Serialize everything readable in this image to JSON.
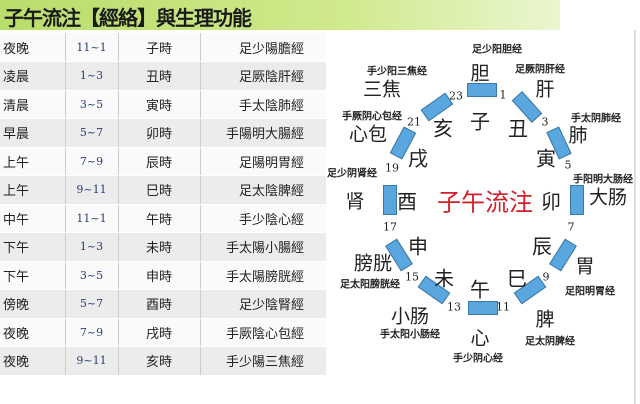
{
  "title": "子午流注【經絡】與生理功能",
  "table": [
    [
      "夜晚",
      "11~1",
      "子時",
      "足少陽膽經"
    ],
    [
      "凌晨",
      "1~3",
      "丑時",
      "足厥陰肝經"
    ],
    [
      "清晨",
      "3~5",
      "寅時",
      "手太陰肺經"
    ],
    [
      "早晨",
      "5~7",
      "卯時",
      "手陽明大腸經"
    ],
    [
      "上午",
      "7~9",
      "辰時",
      "足陽明胃經"
    ],
    [
      "上午",
      "9~11",
      "巳時",
      "足太陰脾經"
    ],
    [
      "中午",
      "11~1",
      "午時",
      "手少陰心經"
    ],
    [
      "下午",
      "1~3",
      "未時",
      "手太陽小腸經"
    ],
    [
      "下午",
      "3~5",
      "申時",
      "手太陽膀胱經"
    ],
    [
      "傍晚",
      "5~7",
      "酉時",
      "足少陰腎經"
    ],
    [
      "夜晚",
      "7~9",
      "戌時",
      "手厥陰心包經"
    ],
    [
      "夜晚",
      "9~11",
      "亥時",
      "手少陽三焦經"
    ]
  ],
  "diagram": {
    "center": "子午流注",
    "branches": [
      "子",
      "丑",
      "寅",
      "卯",
      "辰",
      "巳",
      "午",
      "未",
      "申",
      "酉",
      "戌",
      "亥"
    ],
    "organs": [
      "胆",
      "肝",
      "肺",
      "大肠",
      "胃",
      "脾",
      "心",
      "小肠",
      "膀胱",
      "肾",
      "心包",
      "三焦"
    ],
    "meridians": [
      "足少阳胆经",
      "足厥阴肝经",
      "手太阴肺经",
      "手阳明大肠经",
      "足阳明胃经",
      "足太阴脾经",
      "手少阴心经",
      "手太阳小肠经",
      "足太阳膀胱经",
      "足少阴肾经",
      "手厥阴心包经",
      "手少阳三焦经"
    ],
    "hours": [
      "1",
      "3",
      "5",
      "7",
      "9",
      "11",
      "13",
      "15",
      "17",
      "19",
      "21",
      "23"
    ],
    "colors": {
      "box": "#5aa6de",
      "center": "#d0202a",
      "header": "#b9dd6b"
    }
  }
}
